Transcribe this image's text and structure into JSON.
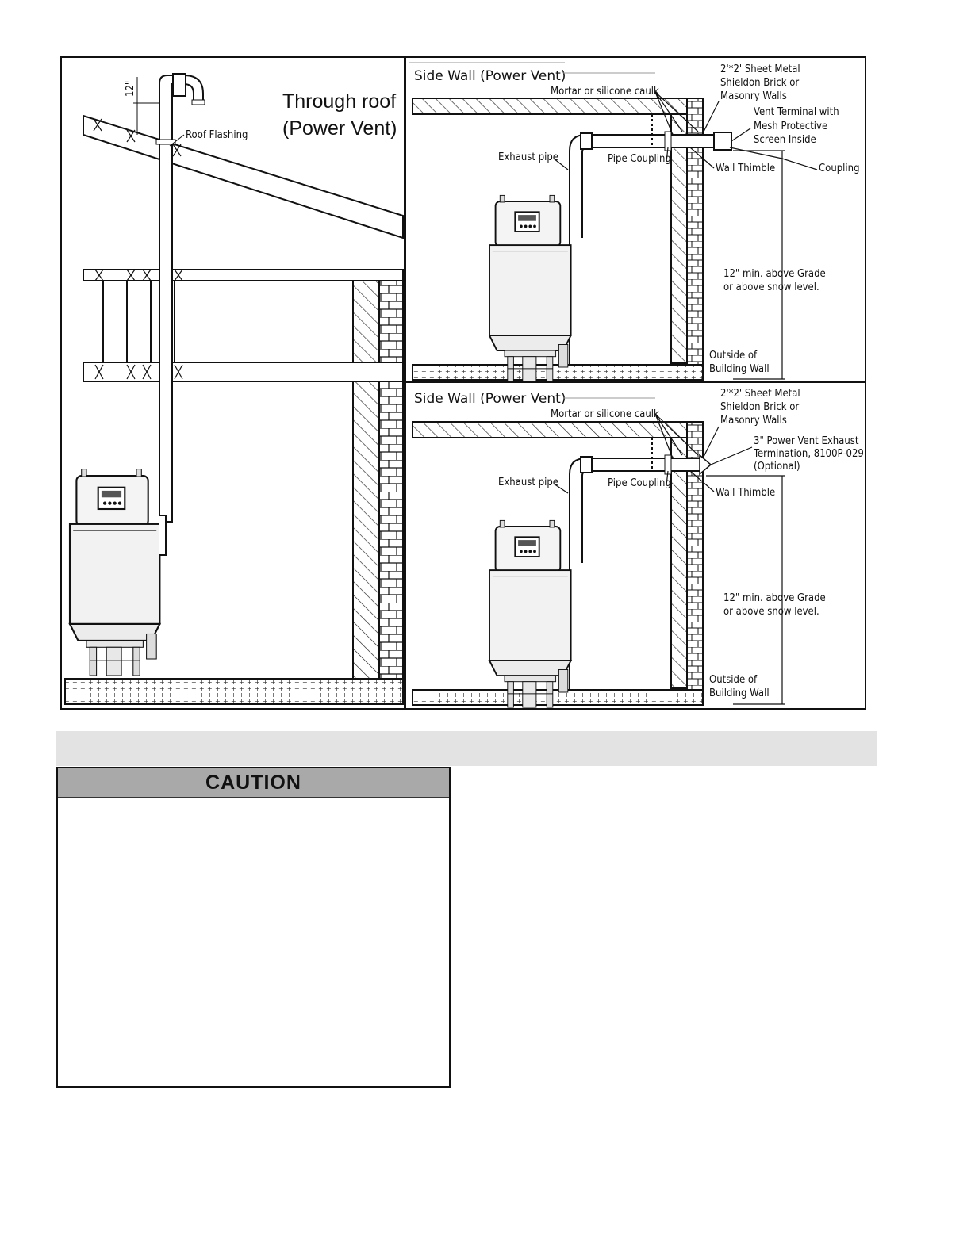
{
  "left_panel": {
    "title_line1": "Through roof",
    "title_line2": "(Power Vent)",
    "roof_flashing": "Roof Flashing",
    "dim_12": "12\""
  },
  "top_right_panel": {
    "title": "Side Wall (Power Vent)",
    "mortar": "Mortar or silicone caulk",
    "sheet_metal": [
      "2'*2' Sheet Metal",
      "Shieldon Brick or",
      "Masonry Walls"
    ],
    "vent_terminal": [
      "Vent Terminal with",
      "Mesh Protective",
      "Screen Inside"
    ],
    "exhaust_pipe": "Exhaust pipe",
    "pipe_coupling": "Pipe Coupling",
    "wall_thimble": "Wall Thimble",
    "coupling": "Coupling",
    "grade": [
      "12\" min. above Grade",
      "or above snow level."
    ],
    "outside": [
      "Outside of",
      "Building Wall"
    ]
  },
  "bottom_right_panel": {
    "title": "Side Wall (Power Vent)",
    "mortar": "Mortar or silicone caulk",
    "sheet_metal": [
      "2'*2' Sheet Metal",
      "Shieldon Brick or",
      "Masonry Walls"
    ],
    "termination": [
      "3\" Power Vent Exhaust",
      "Termination, 8100P-029",
      "(Optional)"
    ],
    "exhaust_pipe": "Exhaust pipe",
    "pipe_coupling": "Pipe Coupling",
    "wall_thimble": "Wall Thimble",
    "grade": [
      "12\" min. above Grade",
      "or above snow level."
    ],
    "outside": [
      "Outside of",
      "Building Wall"
    ]
  },
  "caution": {
    "title": "CAUTION"
  }
}
